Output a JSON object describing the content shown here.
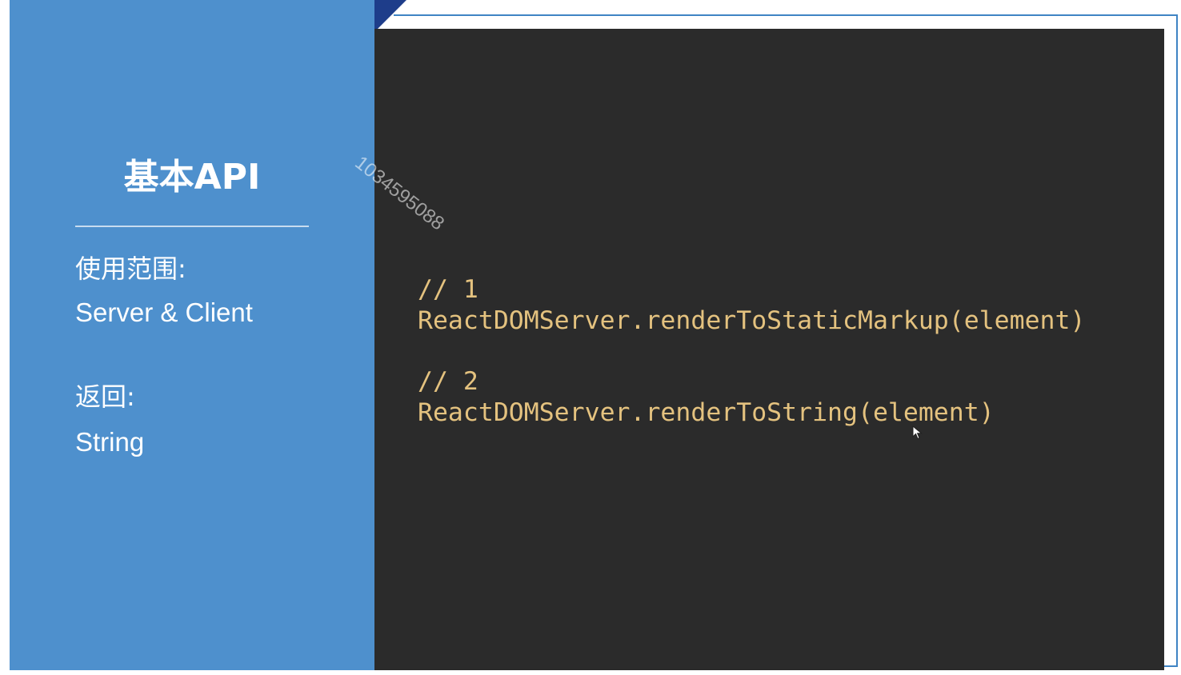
{
  "sidebar": {
    "title": "基本API",
    "scope_label": "使用范围:",
    "scope_value": "Server & Client",
    "return_label": "返回:",
    "return_value": "String"
  },
  "code": {
    "comment_1": "// 1",
    "line_1": "ReactDOMServer.renderToStaticMarkup(element)",
    "comment_2": "// 2",
    "line_2": "ReactDOMServer.renderToString(element)"
  },
  "watermark": "1034595088",
  "colors": {
    "sidebar_bg": "#4e90cd",
    "code_bg": "#2b2b2b",
    "code_text": "#e4c27f",
    "accent_corner": "#1e3d8a"
  },
  "icons": {
    "cursor": "mouse-pointer-icon"
  }
}
